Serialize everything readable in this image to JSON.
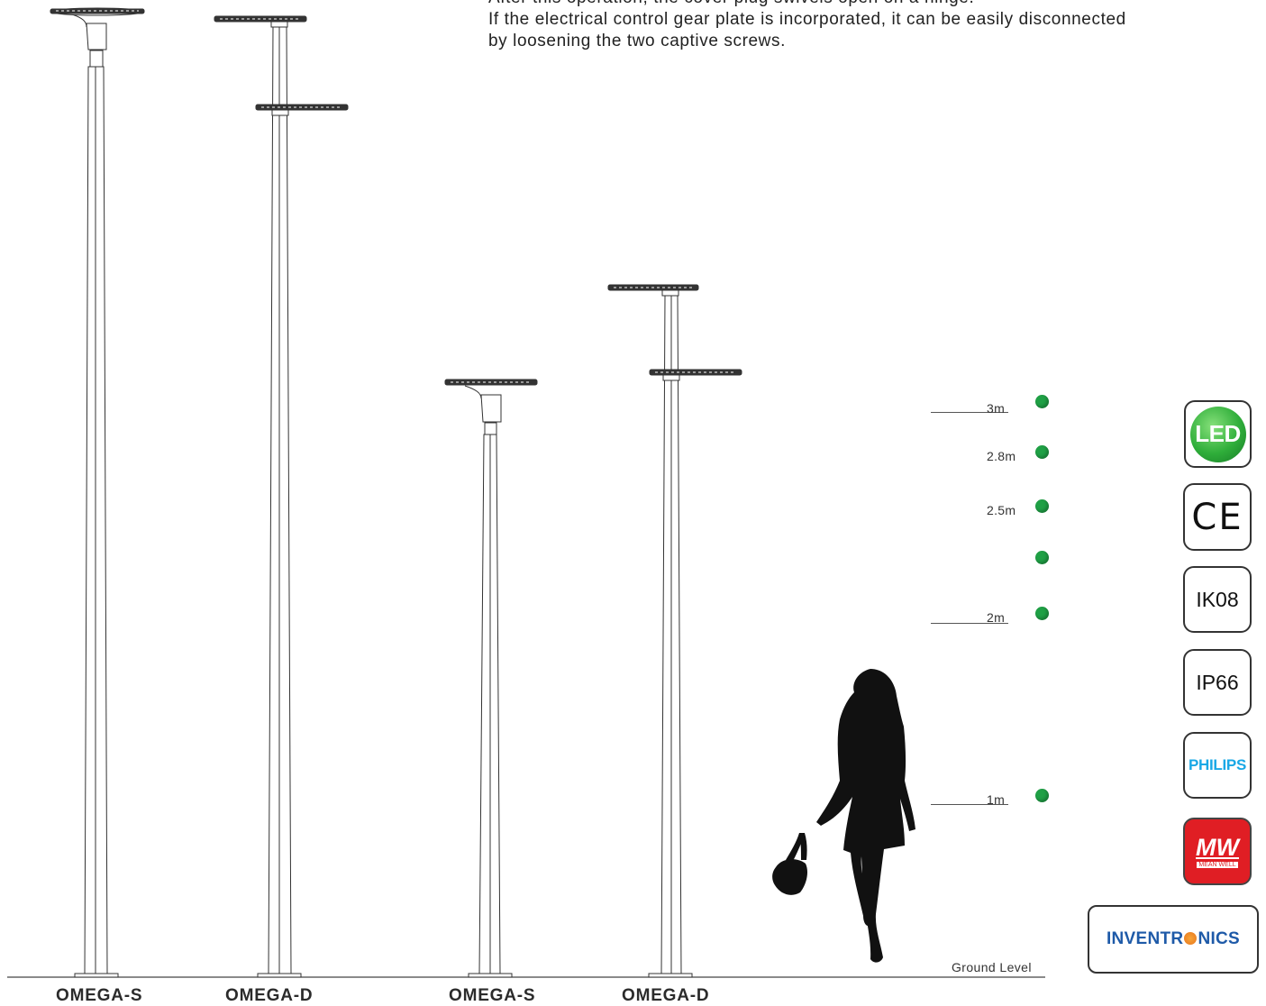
{
  "description_lines": [
    "After this operation, the cover plug swivels open on a hinge.",
    "If the electrical control gear plate is incorporated, it can be easily disconnected",
    "by loosening the two captive screws."
  ],
  "models": [
    {
      "label": "OMEGA-S",
      "type": "single"
    },
    {
      "label": "OMEGA-D",
      "type": "double"
    },
    {
      "label": "OMEGA-S",
      "type": "single"
    },
    {
      "label": "OMEGA-D",
      "type": "double"
    }
  ],
  "ground_label": "Ground Level",
  "height_markers": [
    {
      "label": "3m"
    },
    {
      "label": "2.8m"
    },
    {
      "label": "2.5m"
    },
    {
      "label": ""
    },
    {
      "label": "2m"
    },
    {
      "label": "1m"
    }
  ],
  "badges": {
    "led": "LED",
    "ce": "CE",
    "ik": "IK08",
    "ip": "IP66",
    "philips": "PHILIPS",
    "meanwell_logo": "MW",
    "meanwell_sub": "MEAN WELL",
    "inventronics_a": "INVENTR",
    "inventronics_b": "NICS"
  },
  "colors": {
    "marker_dot": "#1fa045",
    "led_green": "#2fae3a",
    "philips_blue": "#19a8e6",
    "meanwell_red": "#e01e24",
    "inventronics_blue": "#1e5aa8"
  }
}
